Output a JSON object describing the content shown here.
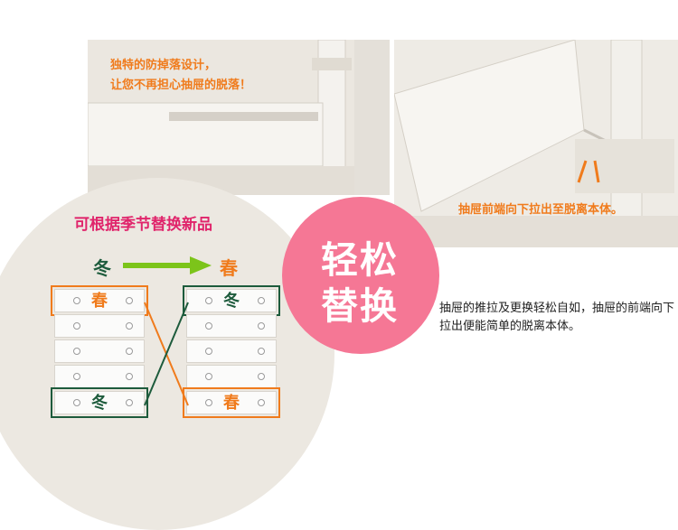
{
  "top_left": {
    "caption_line1": "独特的防掉落设计，",
    "caption_line2": "让您不再担心抽屉的脱落！"
  },
  "top_right": {
    "caption": "抽屉前端向下拉出至脱离本体。"
  },
  "circle": {
    "title": "可根据季节替换新品",
    "from_season": "冬",
    "to_season": "春",
    "left_cabinet": {
      "top_label": "春",
      "bottom_label": "冬"
    },
    "right_cabinet": {
      "top_label": "冬",
      "bottom_label": "春"
    }
  },
  "badge": {
    "line1": "轻松",
    "line2": "替换"
  },
  "description": "抽屉的推拉及更换轻松自如，抽屉的前端向下拉出便能简单的脱离本体。",
  "colors": {
    "orange": "#f07b1c",
    "pink": "#f57795",
    "magenta": "#e0246b",
    "green": "#1d5b3c",
    "arrow_green": "#7cc41a"
  }
}
